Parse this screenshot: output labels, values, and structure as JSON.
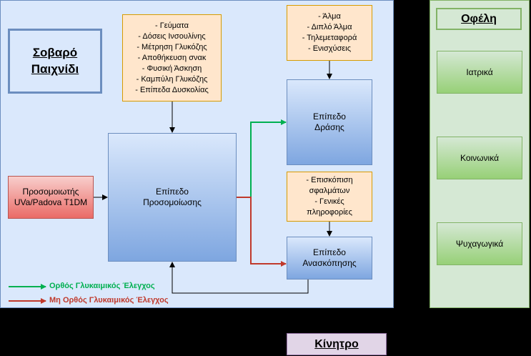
{
  "title": "Σοβαρό\nΠαιχνίδι",
  "notes": {
    "simulation_params": [
      "- Γεύματα",
      "- Δόσεις Ινσουλίνης",
      "- Μέτρηση Γλυκόζης",
      "- Αποθήκευση σνακ",
      "- Φυσική Άσκηση",
      "- Καμπύλη Γλυκόζης",
      "- Επίπεδα Δυσκολίας"
    ],
    "action_params": [
      "- Άλμα",
      "- Διπλό Άλμα",
      "- Τηλεμεταφορά",
      "- Ενισχύσεις"
    ],
    "review_params": [
      "- Επισκόπιση",
      "σφαλμάτων",
      "- Γενικές",
      "πληροφορίες"
    ]
  },
  "boxes": {
    "simulator": "Προσομοιωτής\nUVa/Padova T1DM",
    "simulation_level": "Επίπεδο\nΠροσομοίωσης",
    "action_level": "Επίπεδο\nΔράσης",
    "review_level": "Επίπεδο\nΑνασκόπησης"
  },
  "benefits": {
    "title": "Οφέλη",
    "items": [
      "Ιατρικά",
      "Κοινωνικά",
      "Ψυχαγωγικά"
    ]
  },
  "center": "Κίνητρο",
  "legend": {
    "correct": "Ορθός Γλυκαιμικός Έλεγχος",
    "incorrect": "Μη Ορθός Γλυκαιμικός Έλεγχος"
  },
  "colors": {
    "correct": "#00b050",
    "incorrect": "#c0392b",
    "neutral": "#000000"
  }
}
